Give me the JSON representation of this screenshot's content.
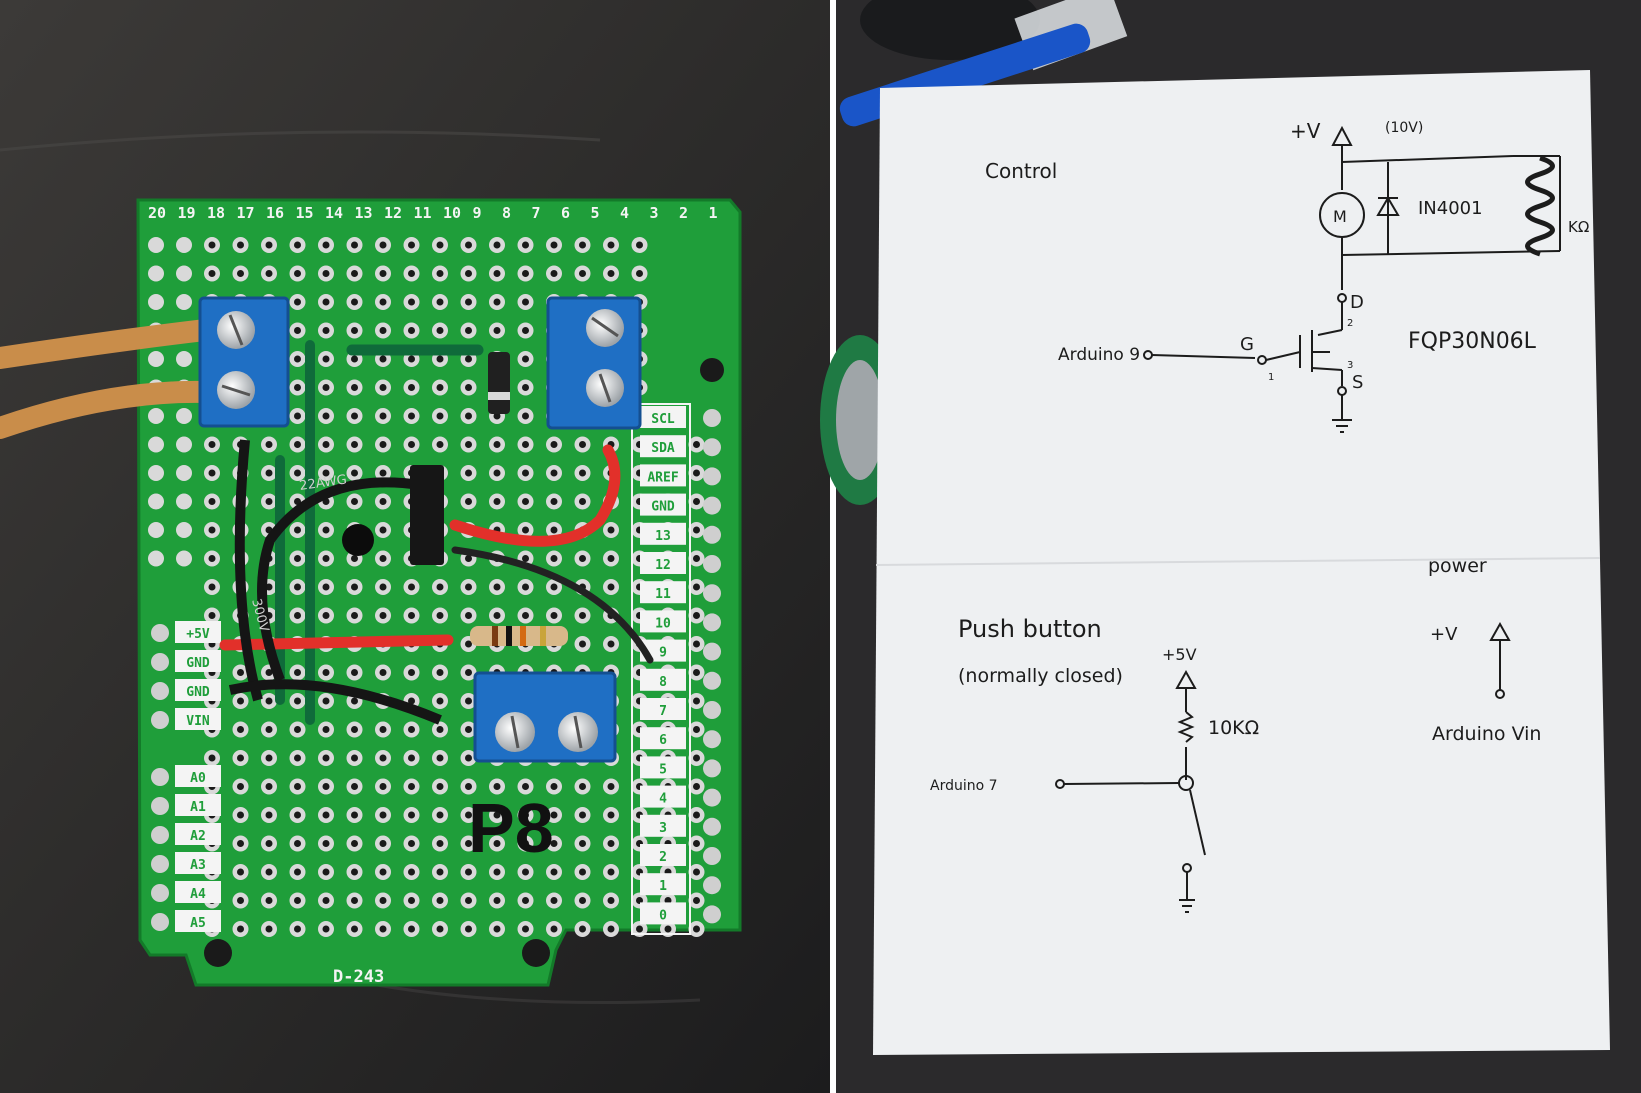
{
  "photo_left": {
    "board": {
      "top_pin_numbers": [
        "20",
        "19",
        "18",
        "17",
        "16",
        "15",
        "14",
        "13",
        "12",
        "11",
        "10",
        "9",
        "8",
        "7",
        "6",
        "5",
        "4",
        "3",
        "2",
        "1"
      ],
      "right_header": [
        "SCL",
        "SDA",
        "AREF",
        "GND",
        "13",
        "12",
        "11",
        "10",
        "9",
        "8",
        "7",
        "6",
        "5",
        "4",
        "3",
        "2",
        "1",
        "0"
      ],
      "left_power": [
        "+5V",
        "GND",
        "GND",
        "VIN"
      ],
      "left_analog": [
        "A0",
        "A1",
        "A2",
        "A3",
        "A4",
        "A5"
      ],
      "wire_print_1": "22AWG",
      "wire_print_2": "300V",
      "board_code": "D-243",
      "pad_marking": "P8"
    },
    "colors": {
      "pcb": "#1f9e3a",
      "terminal": "#1f6fc4",
      "wire_red": "#e2302a",
      "wire_black": "#151515",
      "wire_green": "#0f6b3a"
    }
  },
  "photo_right": {
    "control_heading": "Control",
    "supply_label": "+V",
    "supply_note": "(10V)",
    "motor_letter": "M",
    "diode_label": "IN4001",
    "heater_label": "KΩ",
    "drain_label": "D",
    "gate_label": "G",
    "source_label": "S",
    "mosfet_label": "FQP30N06L",
    "arduino_9": "Arduino 9",
    "pin_1": "1",
    "pin_2": "2",
    "pin_3": "3",
    "power_heading": "power",
    "power_supply": "+V",
    "power_source": "Arduino Vin",
    "pushbutton_title": "Push button",
    "pushbutton_note": "(normally closed)",
    "pb_supply": "+5V",
    "pb_resistor": "10KΩ",
    "arduino_7": "Arduino 7"
  }
}
